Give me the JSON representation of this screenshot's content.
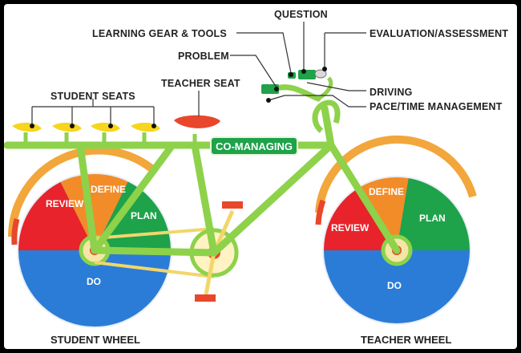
{
  "labels": {
    "question": "QUESTION",
    "learning_gear": "LEARNING GEAR & TOOLS",
    "evaluation": "EVALUATION/ASSESSMENT",
    "problem": "PROBLEM",
    "student_seats": "STUDENT SEATS",
    "teacher_seat": "TEACHER SEAT",
    "driving": "DRIVING",
    "pace": "PACE/TIME MANAGEMENT",
    "co_managing": "CO-MANAGING",
    "student_wheel": "STUDENT WHEEL",
    "teacher_wheel": "TEACHER WHEEL"
  },
  "student_wheel": {
    "review": "REVIEW",
    "define": "DEFINE",
    "plan": "PLAN",
    "do": "DO"
  },
  "teacher_wheel": {
    "review": "REVIEW",
    "define": "DEFINE",
    "plan": "PLAN",
    "do": "DO"
  },
  "colors": {
    "frame": "#8dd24a",
    "frame_dark": "#5aa52b",
    "review": "#e8232b",
    "define": "#f28c28",
    "plan": "#1ea24a",
    "do": "#2b7cd6",
    "fender": "#f2a63b",
    "seat_yellow": "#f7d51d",
    "teacher_seat": "#e8472b",
    "pedal": "#e8472b"
  }
}
